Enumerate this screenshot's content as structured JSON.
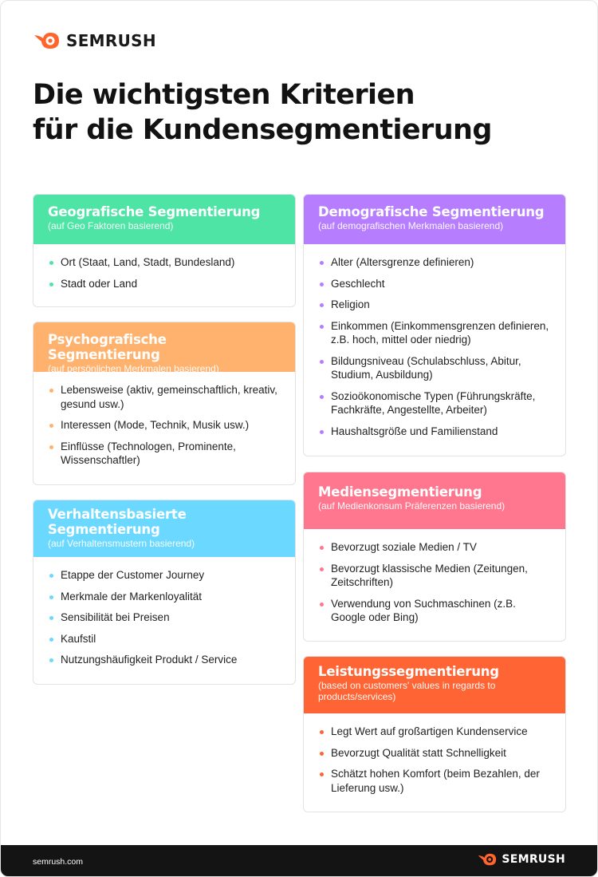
{
  "brand": {
    "name": "SEMRUSH",
    "accent": "#ff642d"
  },
  "title": {
    "line1": "Die wichtigsten Kriterien",
    "line2": "für die Kundensegmentierung"
  },
  "cards": {
    "geo": {
      "color": "#4ee4a6",
      "title": "Geografische Segmentierung",
      "subtitle": "(auf Geo Faktoren basierend)",
      "items": [
        "Ort (Staat, Land, Stadt, Bundesland)",
        "Stadt oder Land"
      ]
    },
    "psycho": {
      "color": "#ffb26e",
      "title": "Psychografische Segmentierung",
      "subtitle": "(auf persönlichen Merkmalen basierend)",
      "items": [
        "Lebensweise (aktiv, gemeinschaftlich, kreativ, gesund usw.)",
        "Interessen (Mode, Technik, Musik usw.)",
        "Einflüsse (Technologen, Prominente, Wissenschaftler)"
      ]
    },
    "verhalten": {
      "color": "#6bd9ff",
      "title": "Verhaltensbasierte Segmentierung",
      "subtitle": "(auf Verhaltensmustern basierend)",
      "items": [
        "Etappe der Customer Journey",
        "Merkmale der Markenloyalität",
        "Sensibilität bei Preisen",
        "Kaufstil",
        "Nutzungshäufigkeit Produkt / Service"
      ]
    },
    "demo": {
      "color": "#b67eff",
      "title": "Demografische Segmentierung",
      "subtitle": "(auf demografischen Merkmalen basierend)",
      "items": [
        "Alter (Altersgrenze definieren)",
        "Geschlecht",
        "Religion",
        "Einkommen (Einkommensgrenzen definieren, z.B. hoch, mittel oder niedrig)",
        "Bildungsniveau (Schulabschluss, Abitur, Studium, Ausbildung)",
        "Sozioökonomische Typen (Führungskräfte, Fachkräfte, Angestellte, Arbeiter)",
        "Haushaltsgröße und Familienstand"
      ]
    },
    "medien": {
      "color": "#ff778e",
      "title": "Mediensegmentierung",
      "subtitle": "(auf Medienkonsum Präferenzen basierend)",
      "items": [
        "Bevorzugt soziale Medien / TV",
        "Bevorzugt klassische Medien (Zeitungen, Zeitschriften)",
        "Verwendung von Suchmaschinen (z.B. Google oder Bing)"
      ]
    },
    "leistung": {
      "color": "#ff6434",
      "title": "Leistungssegmentierung",
      "subtitle": "(based on customers' values in regards to products/services)",
      "items": [
        "Legt Wert auf großartigen Kundenservice",
        "Bevorzugt Qualität statt Schnelligkeit",
        "Schätzt hohen Komfort (beim Bezahlen, der Lieferung usw.)"
      ]
    }
  },
  "footer": {
    "url": "semrush.com"
  }
}
